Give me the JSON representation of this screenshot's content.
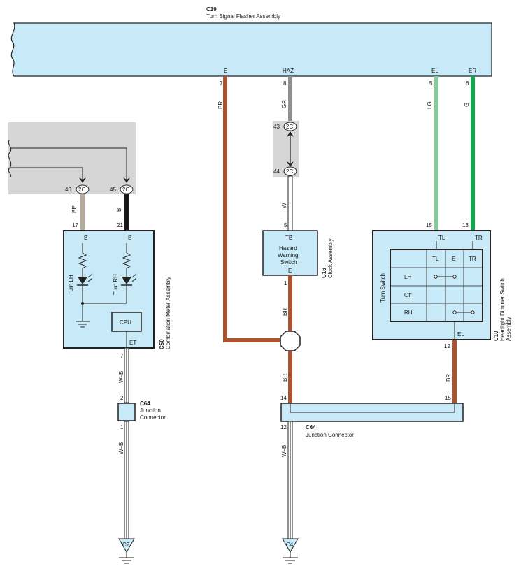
{
  "flasher": {
    "code": "C19",
    "name": "Turn Signal Flasher Assembly",
    "term_e": "E",
    "term_haz": "HAZ",
    "term_el": "EL",
    "term_er": "ER",
    "pin_e": "7",
    "pin_haz": "8",
    "pin_el": "5",
    "pin_er": "6"
  },
  "wires": {
    "br1": "BR",
    "gr": "GR",
    "lg": "LG",
    "g": "G",
    "w": "W",
    "be": "BE",
    "b": "B",
    "br2": "BR",
    "br3": "BR",
    "br4": "BR",
    "wb1": "W–B",
    "wb2": "W–B",
    "wb3": "W–B"
  },
  "junction2c": {
    "label": "2C",
    "pin43": "43",
    "pin44": "44",
    "pin46": "46",
    "pin45": "45"
  },
  "meter": {
    "code": "C50",
    "name": "Combination Meter Assembly",
    "pin17": "17",
    "pin21": "21",
    "term_b1": "B",
    "term_b2": "B",
    "turn_lh": "Turn LH",
    "turn_rh": "Turn RH",
    "cpu": "CPU",
    "term_et": "ET",
    "pin7": "7"
  },
  "clock": {
    "code": "C16",
    "name": "Clock Assembly",
    "pin5": "5",
    "term_tb": "TB",
    "hazard_line1": "Hazard",
    "hazard_line2": "Warning",
    "hazard_line3": "Switch",
    "term_e": "E",
    "pin1": "1"
  },
  "dimmer": {
    "code": "C10",
    "name_line1": "Headlight Dimmer Switch",
    "name_line2": "Assembly",
    "pin15": "15",
    "pin13": "13",
    "term_tl": "TL",
    "term_tr": "TR",
    "turn_switch": "Turn Switch",
    "table_cols": [
      "TL",
      "E",
      "TR"
    ],
    "table_rows": [
      "LH",
      "Off",
      "RH"
    ],
    "term_el": "EL",
    "pin12": "12"
  },
  "jc_small": {
    "code": "C64",
    "line1": "Junction",
    "line2": "Connector",
    "pin2": "2",
    "pin1": "1"
  },
  "jc_large": {
    "code": "C64",
    "name": "Junction Connector",
    "pin14": "14",
    "pin15": "15",
    "pin12": "12"
  },
  "grounds": {
    "g1": "C2",
    "g2": "C4"
  },
  "colors": {
    "component_fill": "#c8e9f7",
    "shield_gray": "#d6d6d6",
    "wire_br": "#a9532f",
    "wire_gr": "#8f8f8f",
    "wire_lg": "#86cc9a",
    "wire_g": "#10a84a",
    "wire_be": "#b5a99a",
    "wire_b": "#1a1a1a"
  }
}
